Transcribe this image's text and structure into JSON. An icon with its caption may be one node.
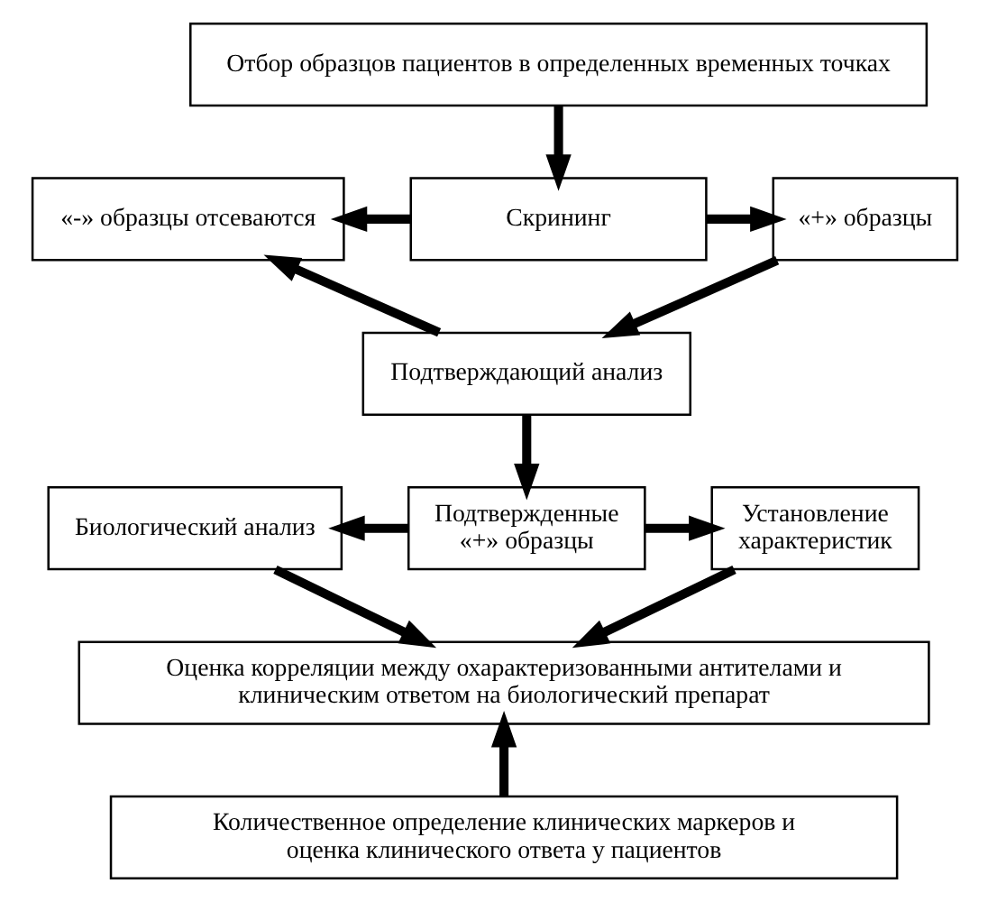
{
  "diagram": {
    "nodes": [
      {
        "text": [
          "Отбор образцов пациентов в определенных временных точках"
        ]
      },
      {
        "text": [
          "«-» образцы отсеваются"
        ]
      },
      {
        "text": [
          "Скрининг"
        ]
      },
      {
        "text": [
          "«+» образцы"
        ]
      },
      {
        "text": [
          "Подтверждающий анализ"
        ]
      },
      {
        "text": [
          "Биологический анализ"
        ]
      },
      {
        "text": [
          "Подтвержденные «+» образцы"
        ]
      },
      {
        "text": [
          "Установление характеристик"
        ]
      },
      {
        "text": [
          "Оценка корреляции между охарактеризованными антителами и клиническим ответом на биологический препарат"
        ]
      },
      {
        "text": [
          "Количественное определение клинических маркеров и оценка клинического ответа у пациентов"
        ]
      }
    ],
    "edges": [
      {
        "from": 0,
        "to": 2,
        "arrow": "to"
      },
      {
        "from": 2,
        "to": 1,
        "arrow": "to"
      },
      {
        "from": 2,
        "to": 3,
        "arrow": "to"
      },
      {
        "from": 3,
        "to": 4,
        "arrow": "to"
      },
      {
        "from": 4,
        "to": 1,
        "arrow": "to"
      },
      {
        "from": 4,
        "to": 6,
        "arrow": "to"
      },
      {
        "from": 6,
        "to": 5,
        "arrow": "to"
      },
      {
        "from": 6,
        "to": 7,
        "arrow": "to"
      },
      {
        "from": 5,
        "to": 8,
        "arrow": "to"
      },
      {
        "from": 7,
        "to": 8,
        "arrow": "to"
      },
      {
        "from": 9,
        "to": 8,
        "arrow": "to"
      }
    ]
  }
}
